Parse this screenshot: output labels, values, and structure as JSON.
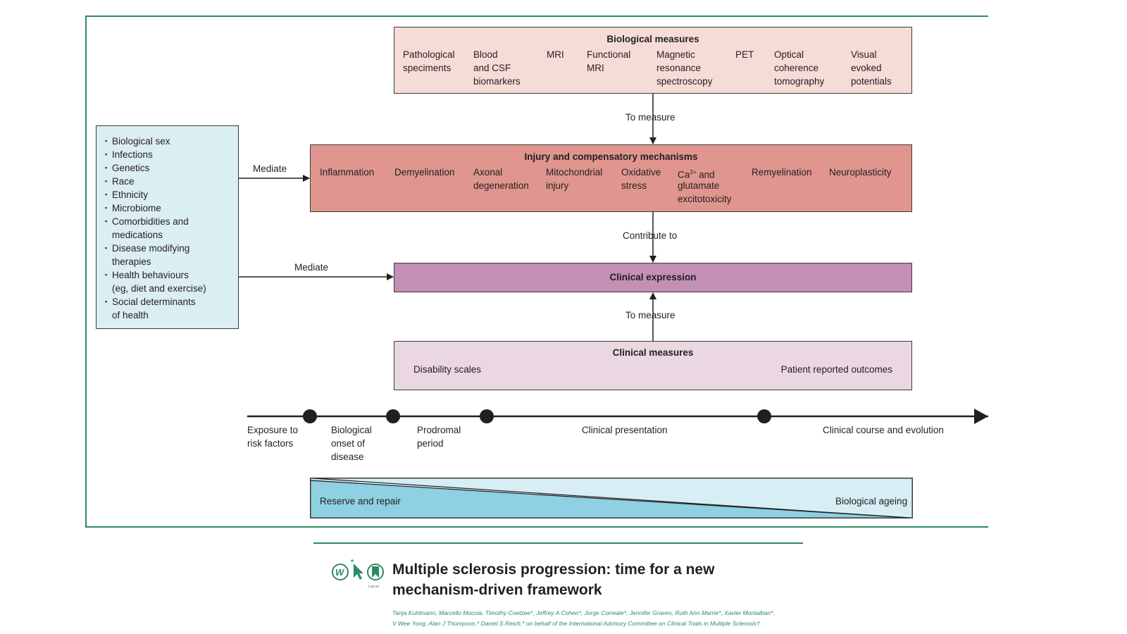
{
  "biological_measures": {
    "title": "Biological measures",
    "items": [
      "Pathological\nspeciments",
      "Blood\nand CSF\nbiomarkers",
      "MRI",
      "Functional\nMRI",
      "Magnetic\nresonance\nspectroscopy",
      "PET",
      "Optical\ncoherence\ntomography",
      "Visual\nevoked\npotentials"
    ]
  },
  "arrow_labels": {
    "to_measure_top": "To measure",
    "contribute_to": "Contribute to",
    "to_measure_bottom": "To measure",
    "mediate_top": "Mediate",
    "mediate_bottom": "Mediate"
  },
  "injury": {
    "title": "Injury and compensatory mechanisms",
    "items": [
      "Inflammation",
      "Demyelination",
      "Axonal\ndegeneration",
      "Mitochondrial\ninjury",
      "Oxidative\nstress",
      "glutamate\nexcitotoxicity",
      "Remyelination",
      "Neuroplasticity"
    ],
    "ca_prefix": "Ca",
    "ca_sup": "2+",
    "ca_suffix": " and"
  },
  "clinical_expression": {
    "title": "Clinical expression"
  },
  "clinical_measures": {
    "title": "Clinical measures",
    "left": "Disability scales",
    "right": "Patient reported outcomes"
  },
  "modifiers": [
    "Biological sex",
    "Infections",
    "Genetics",
    "Race",
    "Ethnicity",
    "Microbiome",
    "Comorbidities and\nmedications",
    "Disease modifying\ntherapies",
    "Health behaviours\n(eg, diet and exercise)",
    "Social determinants\nof health"
  ],
  "timeline": {
    "labels": [
      "Exposure to\nrisk factors",
      "Biological\nonset of\ndisease",
      "Prodromal\nperiod",
      "Clinical presentation",
      "Clinical course and evolution"
    ]
  },
  "reserve": {
    "left": "Reserve and repair",
    "right": "Biological ageing"
  },
  "footer": {
    "title": "Multiple sclerosis progression: time for a new\nmechanism-driven framework",
    "authors": "Tanja Kuhlmann, Marcello Moccia, Timothy Coetzee*, Jeffrey A Cohen*, Jorge Correale*, Jennifer Graves, Ruth Ann Marrie*, Xavier Montalban*,\nV Wee Yong, Alan J Thompson,* Daniel S Reich,* on behalf of the International Advisory Committee on Clinical Trials in Multiple Sclerosis†",
    "logo_caption": "Lancet"
  },
  "colors": {
    "frame": "#2e8a62",
    "bio_measures_fill": "#f6dcd6",
    "injury_fill": "#e0958f",
    "clinical_expression_fill": "#c38fb5",
    "clinical_measures_fill": "#ead7e2",
    "modifiers_fill": "#dbeef4",
    "reserve_dark": "#8fd0e2",
    "reserve_light": "#d6eef4"
  }
}
